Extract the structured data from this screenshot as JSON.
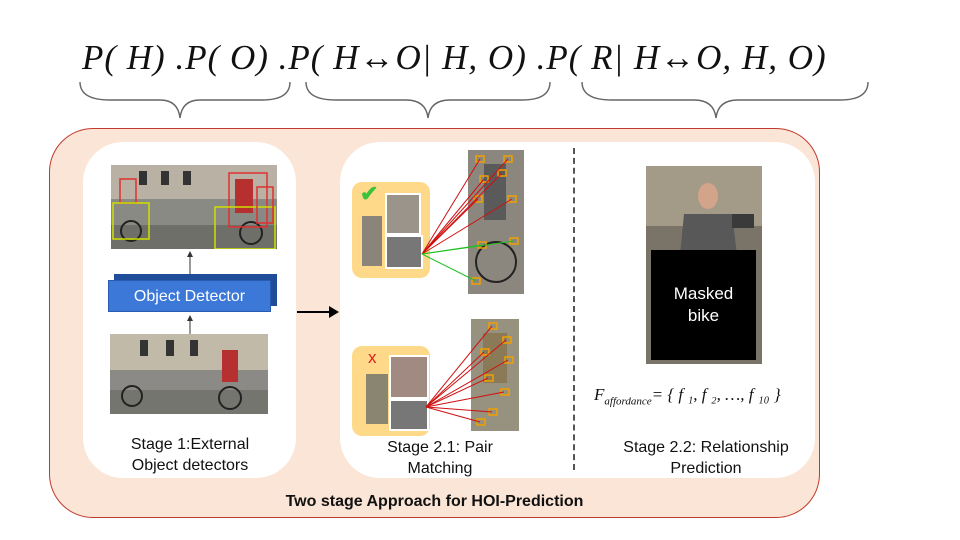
{
  "formula": "P( H) .P( O) .P( H↔O| H, O) .P( R| H↔O, H, O)",
  "stage1": {
    "detector_label": "Object Detector",
    "caption_line1": "Stage 1:External",
    "caption_line2": "Object detectors"
  },
  "stage21": {
    "caption_line1": "Stage 2.1: Pair",
    "caption_line2": "Matching",
    "match_mark": "✔",
    "nomatch_mark": "x"
  },
  "stage22": {
    "mask_line1": "Masked",
    "mask_line2": "bike",
    "affordance_label": "F",
    "affordance_sub": "affordance",
    "affordance_rhs": "= { f ₁, f ₂,  …, f ₁₀ }",
    "caption_line1": "Stage 2.2: Relationship",
    "caption_line2": "Prediction"
  },
  "footer_title": "Two stage Approach for HOI-Prediction",
  "colors": {
    "outer_fill": "#fbe5d6",
    "outer_border": "#c0392b",
    "detector": "#3c78d8",
    "pair_box": "#ffd98a",
    "match_line": "#20c020",
    "nomatch_line": "#d01010"
  }
}
